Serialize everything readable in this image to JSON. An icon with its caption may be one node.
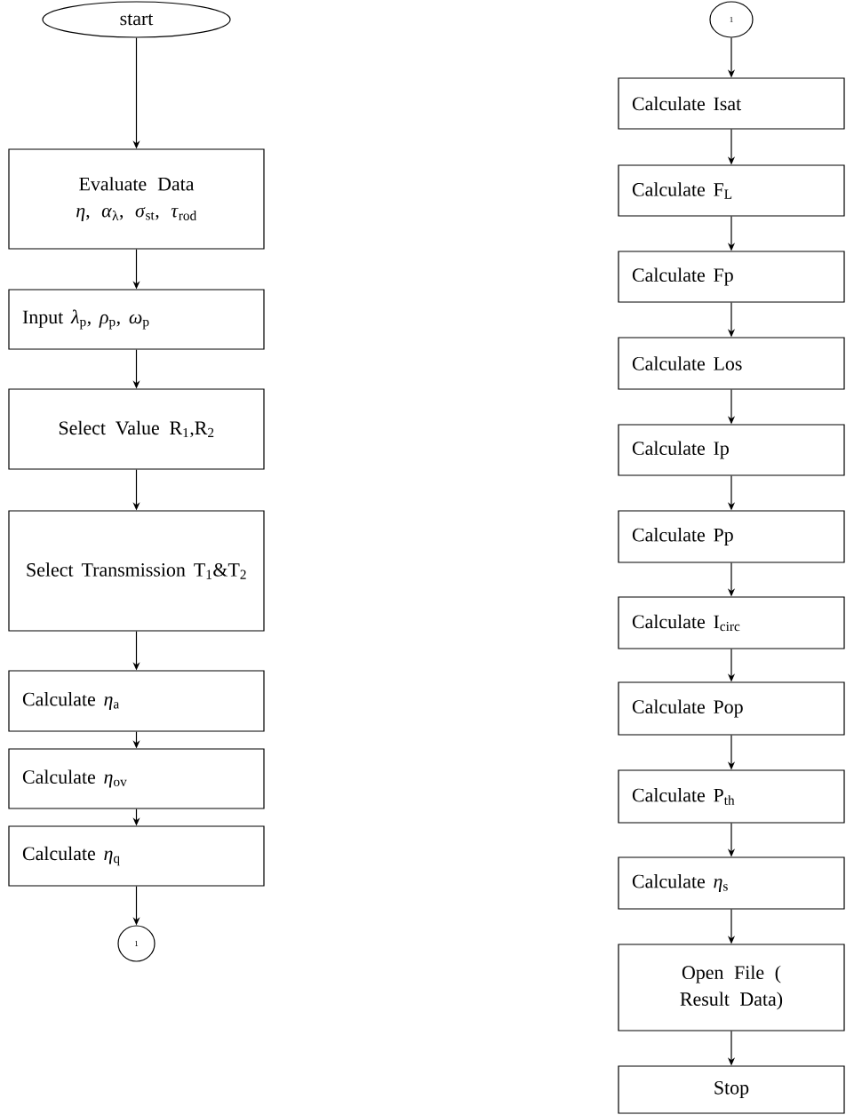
{
  "diagram": {
    "nodes": [
      {
        "text": [
          "start"
        ]
      },
      {
        "text": [
          "Evaluate Data",
          "*η*, *α*$_{λ}$, *σ*$_{st}$, *τ*$_{rod}$"
        ]
      },
      {
        "text": [
          "Input *λ*$_{p}$, *ρ*$_{p}$, *ω*$_{p}$"
        ]
      },
      {
        "text": [
          "Select Value R$_{1}$,R$_{2}$"
        ]
      },
      {
        "text": [
          "Select Transmission T$_{1}$&T$_{2}$"
        ]
      },
      {
        "text": [
          "Calculate *η*$_{a}$"
        ]
      },
      {
        "text": [
          "Calculate *η*$_{ov}$"
        ]
      },
      {
        "text": [
          "Calculate *η*$_{q}$"
        ]
      },
      {
        "text": [
          "1"
        ]
      },
      {
        "text": [
          "1"
        ]
      },
      {
        "text": [
          "Calculate Isat"
        ]
      },
      {
        "text": [
          "Calculate F$_{L}$"
        ]
      },
      {
        "text": [
          "Calculate Fp"
        ]
      },
      {
        "text": [
          "Calculate Los"
        ]
      },
      {
        "text": [
          "Calculate Ip"
        ]
      },
      {
        "text": [
          "Calculate Pp"
        ]
      },
      {
        "text": [
          "Calculate I$_{circ}$"
        ]
      },
      {
        "text": [
          "Calculate Pop"
        ]
      },
      {
        "text": [
          "Calculate P$_{th}$"
        ]
      },
      {
        "text": [
          "Calculate *η*$_{s}$"
        ]
      },
      {
        "text": [
          "Open File ( Result Data)"
        ]
      },
      {
        "text": [
          "Stop"
        ]
      }
    ],
    "edges": [
      {
        "from": 0,
        "to": 1,
        "arrow": "to"
      },
      {
        "from": 1,
        "to": 2,
        "arrow": "to"
      },
      {
        "from": 2,
        "to": 3,
        "arrow": "to"
      },
      {
        "from": 3,
        "to": 4,
        "arrow": "to"
      },
      {
        "from": 4,
        "to": 5,
        "arrow": "to"
      },
      {
        "from": 5,
        "to": 6,
        "arrow": "to"
      },
      {
        "from": 6,
        "to": 7,
        "arrow": "to"
      },
      {
        "from": 7,
        "to": 8,
        "arrow": "to"
      },
      {
        "from": 9,
        "to": 10,
        "arrow": "to"
      },
      {
        "from": 10,
        "to": 11,
        "arrow": "to"
      },
      {
        "from": 11,
        "to": 12,
        "arrow": "to"
      },
      {
        "from": 12,
        "to": 13,
        "arrow": "to"
      },
      {
        "from": 13,
        "to": 14,
        "arrow": "to"
      },
      {
        "from": 14,
        "to": 15,
        "arrow": "to"
      },
      {
        "from": 15,
        "to": 16,
        "arrow": "to"
      },
      {
        "from": 16,
        "to": 17,
        "arrow": "to"
      },
      {
        "from": 17,
        "to": 18,
        "arrow": "to"
      },
      {
        "from": 18,
        "to": 19,
        "arrow": "to"
      },
      {
        "from": 19,
        "to": 20,
        "arrow": "to"
      },
      {
        "from": 20,
        "to": 21,
        "arrow": "to"
      }
    ]
  }
}
